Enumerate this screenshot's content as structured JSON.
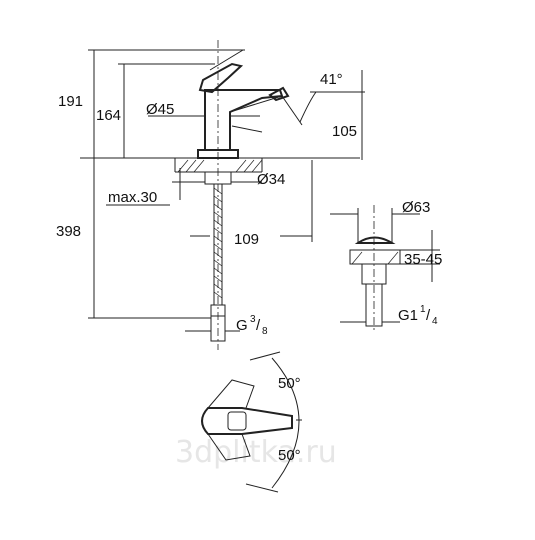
{
  "dimensions": {
    "total_height": "191",
    "spout_height": "164",
    "spout_diameter": "Ø45",
    "spout_angle": "41°",
    "spout_reach": "105",
    "body_diameter": "Ø34",
    "max_thickness": "max.30",
    "hose_length": "398",
    "hose_offset": "109",
    "waste_diameter": "Ø63",
    "waste_range": "35-45",
    "waste_thread_main": "G1",
    "waste_thread_num": "1",
    "waste_thread_den": "4",
    "hose_thread_main": "G",
    "hose_thread_num": "3",
    "hose_thread_den": "8",
    "lever_angle_top": "50°",
    "lever_angle_bottom": "50°"
  },
  "watermark": "3dplitka.ru"
}
